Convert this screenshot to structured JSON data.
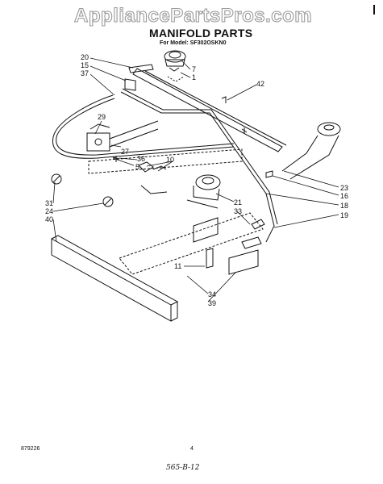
{
  "header": {
    "watermark": "AppliancePartsPros.com",
    "title": "MANIFOLD PARTS",
    "subtitle": "For Model: SF302OSKN0"
  },
  "callouts": [
    "20",
    "15",
    "37",
    "7",
    "1",
    "42",
    "29",
    "27",
    "36",
    "5",
    "10",
    "23",
    "16",
    "18",
    "19",
    "21",
    "33",
    "31",
    "24",
    "40",
    "11",
    "34",
    "39"
  ],
  "footer": {
    "code": "879226",
    "page": "4",
    "handwritten": "565-B-12"
  }
}
